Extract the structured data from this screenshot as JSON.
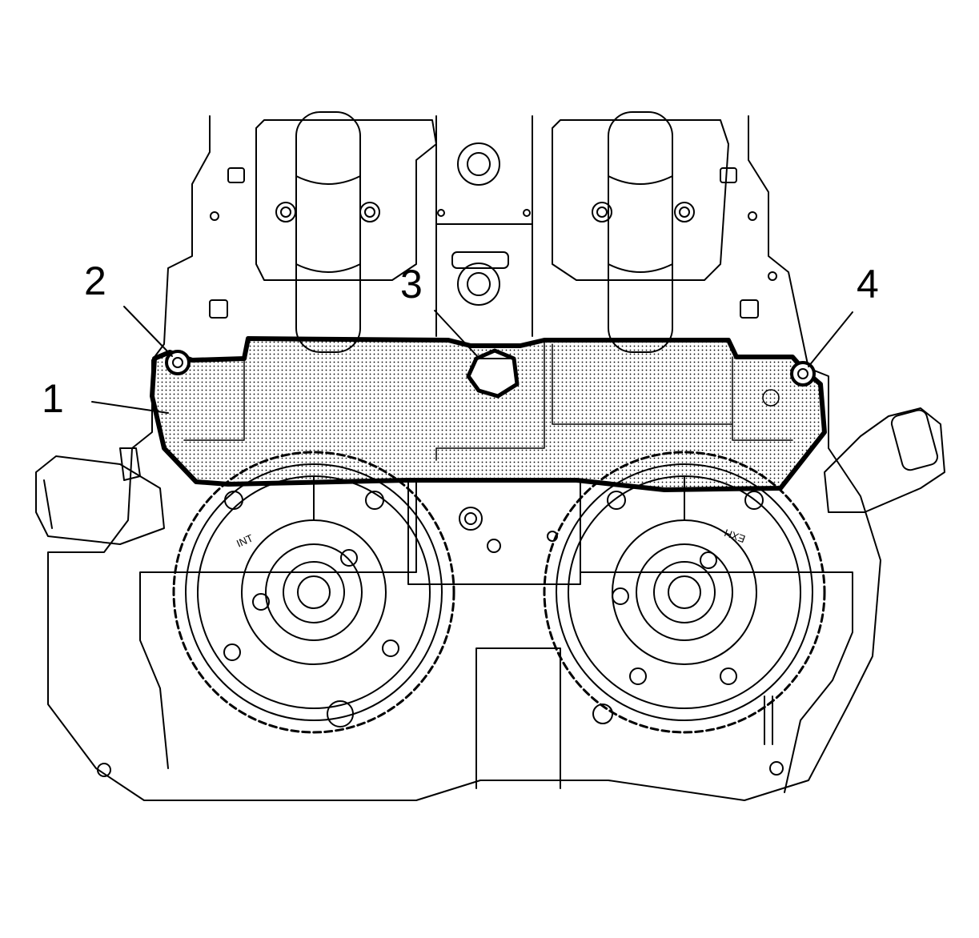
{
  "callouts": [
    {
      "id": "1",
      "label": "1"
    },
    {
      "id": "2",
      "label": "2"
    },
    {
      "id": "3",
      "label": "3"
    },
    {
      "id": "4",
      "label": "4"
    }
  ],
  "gear_marks": {
    "intake": "INT",
    "exhaust": "EXH"
  },
  "colors": {
    "line": "#000000",
    "background": "#ffffff",
    "stipple": "#000000"
  }
}
